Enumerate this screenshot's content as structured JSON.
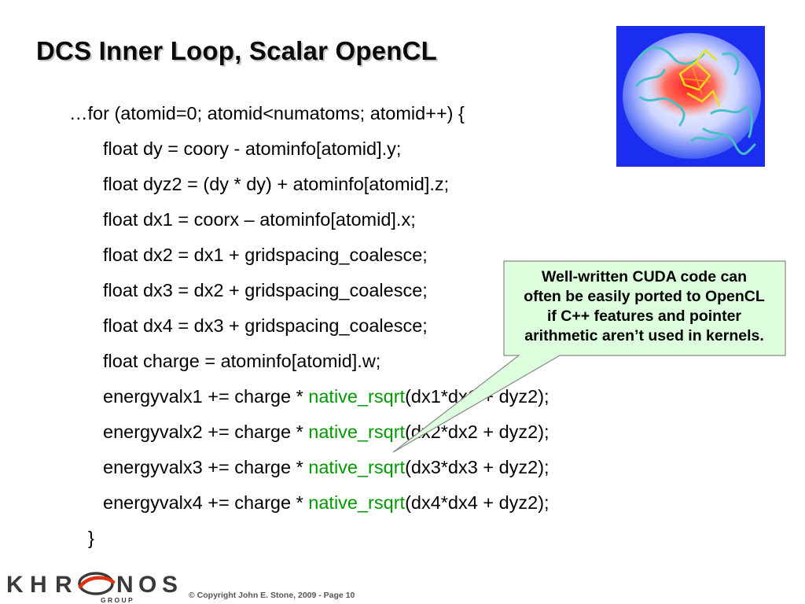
{
  "slide": {
    "title": "DCS Inner Loop, Scalar OpenCL",
    "code": {
      "line1": "…for (atomid=0; atomid<numatoms; atomid++) {",
      "line2": "float dy = coory - atominfo[atomid].y;",
      "line3": "float dyz2 = (dy * dy) + atominfo[atomid].z;",
      "line4": "float dx1 = coorx – atominfo[atomid].x;",
      "line5": "float dx2 = dx1 + gridspacing_coalesce;",
      "line6": "float dx3 = dx2 + gridspacing_coalesce;",
      "line7": "float dx4 = dx3 + gridspacing_coalesce;",
      "line8": "float charge = atominfo[atomid].w;",
      "e1_pre": "energyvalx1 += charge * ",
      "e1_fn": "native_rsqrt",
      "e1_post": "(dx1*dx1 + dyz2);",
      "e2_pre": "energyvalx2 += charge * ",
      "e2_fn": "native_rsqrt",
      "e2_post": "(dx2*dx2 + dyz2);",
      "e3_pre": "energyvalx3 += charge * ",
      "e3_fn": "native_rsqrt",
      "e3_post": "(dx3*dx3 + dyz2);",
      "e4_pre": "energyvalx4 += charge * ",
      "e4_fn": "native_rsqrt",
      "e4_post": "(dx4*dx4 + dyz2);",
      "close": "}"
    },
    "callout": {
      "line1": "Well-written CUDA code can",
      "line2": "often be easily ported to OpenCL",
      "line3": "if C++  features and pointer",
      "line4": "arithmetic aren’t used in kernels."
    },
    "footer": {
      "logo_letters": [
        "K",
        "H",
        "R",
        "N",
        "O",
        "S"
      ],
      "logo_subtext": "G R O U P",
      "copyright": "© Copyright John E. Stone, 2009 - Page 10"
    }
  },
  "colors": {
    "function_highlight": "#009900",
    "callout_fill": "#ddffdd",
    "callout_border": "#888888",
    "image_background": "#1b2ef0",
    "logo_ring": "#e03010"
  }
}
